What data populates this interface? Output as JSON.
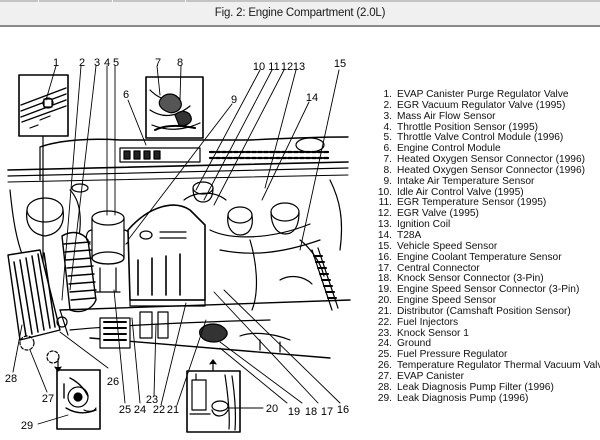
{
  "window": {
    "title": "Fig. 2: Engine Compartment (2.0L)"
  },
  "diagram": {
    "description": "Engine compartment line drawing with numbered callouts",
    "callouts": [
      "1",
      "2",
      "3",
      "4",
      "5",
      "6",
      "7",
      "8",
      "9",
      "10",
      "11",
      "12",
      "13",
      "14",
      "15",
      "16",
      "17",
      "18",
      "19",
      "20",
      "21",
      "22",
      "23",
      "24",
      "25",
      "26",
      "27",
      "28",
      "29"
    ]
  },
  "legend": {
    "items": [
      {
        "num": "1.",
        "label": "EVAP Canister Purge Regulator Valve"
      },
      {
        "num": "2.",
        "label": "EGR Vacuum Regulator Valve (1995)"
      },
      {
        "num": "3.",
        "label": "Mass Air Flow Sensor"
      },
      {
        "num": "4.",
        "label": "Throttle Position Sensor (1995)"
      },
      {
        "num": "5.",
        "label": "Throttle Valve Control Module (1996)"
      },
      {
        "num": "6.",
        "label": "Engine Control Module"
      },
      {
        "num": "7.",
        "label": "Heated Oxygen Sensor Connector (1996)"
      },
      {
        "num": "8.",
        "label": "Heated Oxygen Sensor Connector (1996)"
      },
      {
        "num": "9.",
        "label": "Intake Air Temperature Sensor"
      },
      {
        "num": "10.",
        "label": "Idle Air Control Valve (1995)"
      },
      {
        "num": "11.",
        "label": "EGR Temperature Sensor (1995)"
      },
      {
        "num": "12.",
        "label": "EGR Valve (1995)"
      },
      {
        "num": "13.",
        "label": "Ignition Coil"
      },
      {
        "num": "14.",
        "label": "T28A"
      },
      {
        "num": "15.",
        "label": "Vehicle Speed Sensor"
      },
      {
        "num": "16.",
        "label": "Engine Coolant Temperature Sensor"
      },
      {
        "num": "17.",
        "label": "Central Connector"
      },
      {
        "num": "18.",
        "label": "Knock Sensor Connector (3-Pin)"
      },
      {
        "num": "19.",
        "label": "Engine Speed Sensor Connector (3-Pin)"
      },
      {
        "num": "20.",
        "label": "Engine Speed Sensor"
      },
      {
        "num": "21.",
        "label": "Distributor (Camshaft Position Sensor)"
      },
      {
        "num": "22.",
        "label": "Fuel Injectors"
      },
      {
        "num": "23.",
        "label": "Knock Sensor 1"
      },
      {
        "num": "24.",
        "label": "Ground"
      },
      {
        "num": "25.",
        "label": "Fuel Pressure Regulator"
      },
      {
        "num": "26.",
        "label": "Temperature Regulator Thermal Vacuum Valve"
      },
      {
        "num": "27.",
        "label": "EVAP Canister"
      },
      {
        "num": "28.",
        "label": "Leak Diagnosis Pump Filter (1996)"
      },
      {
        "num": "29.",
        "label": "Leak Diagnosis Pump (1996)"
      }
    ]
  }
}
